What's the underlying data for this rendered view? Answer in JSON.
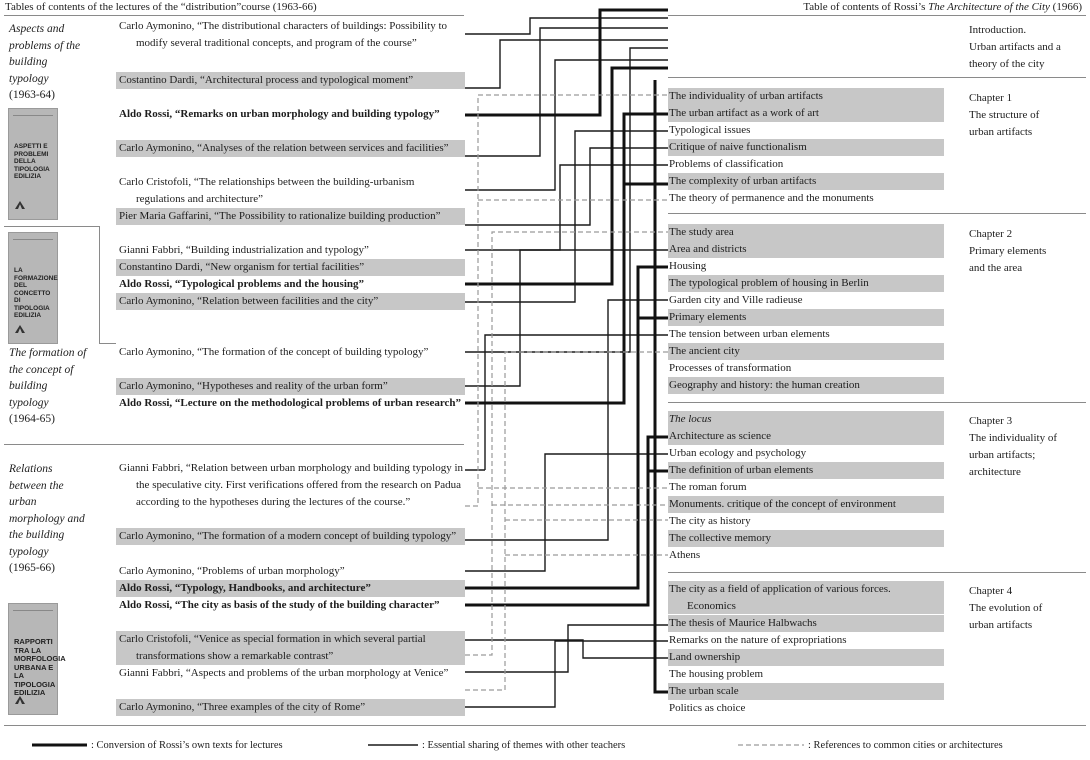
{
  "header": {
    "left": "Tables of contents of the lectures of the “distribution”course (1963-66)",
    "right_prefix": "Table of contents of Rossi’s ",
    "right_title": "The Architecture of the City",
    "right_suffix": " (1966)"
  },
  "courses": [
    {
      "title": "Aspects and problems of the building typology",
      "year": "(1963-64)",
      "cover": "ASPETTI E PROBLEMI DELLA TIPOLOGIA EDILIZIA"
    },
    {
      "title": "The formation of the concept of building typology",
      "year": "(1964-65)",
      "cover": "LA FORMAZIONE DEL CONCETTO DI TIPOLOGIA EDILIZIA"
    },
    {
      "title": "Relations between the urban morphology and the building typology",
      "year": "(1965-66)",
      "cover": "RAPPORTI TRA LA MORFOLOGIA URBANA E LA TIPOLOGIA EDILIZIA"
    }
  ],
  "lectures": [
    "Carlo Aymonino, “The distributional characters of buildings: Possibility to modify several traditional concepts, and program of the course”",
    "Costantino Dardi, “Architectural process and typological moment”",
    "Aldo Rossi, “Remarks on urban morphology and building typology”",
    "Carlo Aymonino, “Analyses of the relation between services and facilities”",
    "Carlo Cristofoli, “The relationships between the building-urbanism regulations and architecture”",
    "Pier Maria Gaffarini, “The Possibility to rationalize building production”",
    "Gianni Fabbri, “Building industrialization and typology”",
    "Constantino Dardi, “New organism for tertial facilities”",
    "Aldo Rossi, “Typological problems and the housing”",
    "Carlo Aymonino, “Relation between facilities and the city”",
    "Carlo Aymonino, “The formation of the concept of building typology”",
    "Carlo Aymonino, “Hypotheses and reality of the urban form”",
    "Aldo Rossi, “Lecture on the methodological problems of urban research”",
    "Gianni Fabbri, “Relation between urban morphology and building typology in the speculative city. First verifications offered from the research on Padua according to the hypotheses during the lectures of the course.”",
    "Carlo Aymonino, “The formation of a modern concept of building typology”",
    "Carlo Aymonino, “Problems of urban morphology”",
    "Aldo Rossi, “Typology, Handbooks, and architecture”",
    "Aldo Rossi, “The city as basis of the study of the building character”",
    "Carlo Cristofoli, “Venice as special formation in which several partial transformations show a remarkable contrast”",
    "Gianni Fabbri, “Aspects and problems of the urban morphology at Venice”",
    "Carlo Aymonino, “Three examples of the city of Rome”"
  ],
  "chapters": [
    {
      "lines": [
        "Introduction.",
        "Urban artifacts and a",
        "theory of the city"
      ]
    },
    {
      "lines": [
        "Chapter 1",
        "The structure of",
        "urban artifacts"
      ]
    },
    {
      "lines": [
        "Chapter 2",
        "Primary elements",
        "and the area"
      ]
    },
    {
      "lines": [
        "Chapter 3",
        "The individuality of",
        "urban artifacts;",
        "architecture"
      ]
    },
    {
      "lines": [
        "Chapter 4",
        "The evolution of",
        "urban artifacts"
      ]
    }
  ],
  "topics": [
    "The individuality of urban artifacts",
    "The urban artifact as a work of art",
    "Typological issues",
    "Critique of naive functionalism",
    "Problems of classification",
    "The complexity of urban artifacts",
    "The theory of permanence and the monuments",
    "The study area",
    "Area and districts",
    "Housing",
    "The typological problem of housing in Berlin",
    "Garden city and Ville radieuse",
    "Primary elements",
    "The tension between urban elements",
    "The ancient city",
    "Processes of transformation",
    "Geography and history: the human creation",
    "The locus",
    "Architecture as science",
    "Urban ecology and psychology",
    "The definition of urban elements",
    "The roman forum",
    "Monuments. critique of the concept of environment",
    "The city as history",
    "The collective memory",
    "Athens",
    "The city as a field of application of various forces.",
    "Economics",
    "The thesis of Maurice Halbwachs",
    "Remarks on the nature of expropriations",
    "Land ownership",
    "The housing problem",
    "The urban scale",
    "Politics as choice"
  ],
  "legend": [
    {
      "label": ": Conversion of Rossi’s own texts for lectures",
      "style": "thick"
    },
    {
      "label": ": Essential sharing of themes with other teachers",
      "style": "thin"
    },
    {
      "label": ": References to common cities or architectures",
      "style": "dashed"
    }
  ],
  "colors": {
    "shade": "#c7c7c7",
    "line": "#1a1a1a",
    "dash": "#9a9a9a"
  }
}
